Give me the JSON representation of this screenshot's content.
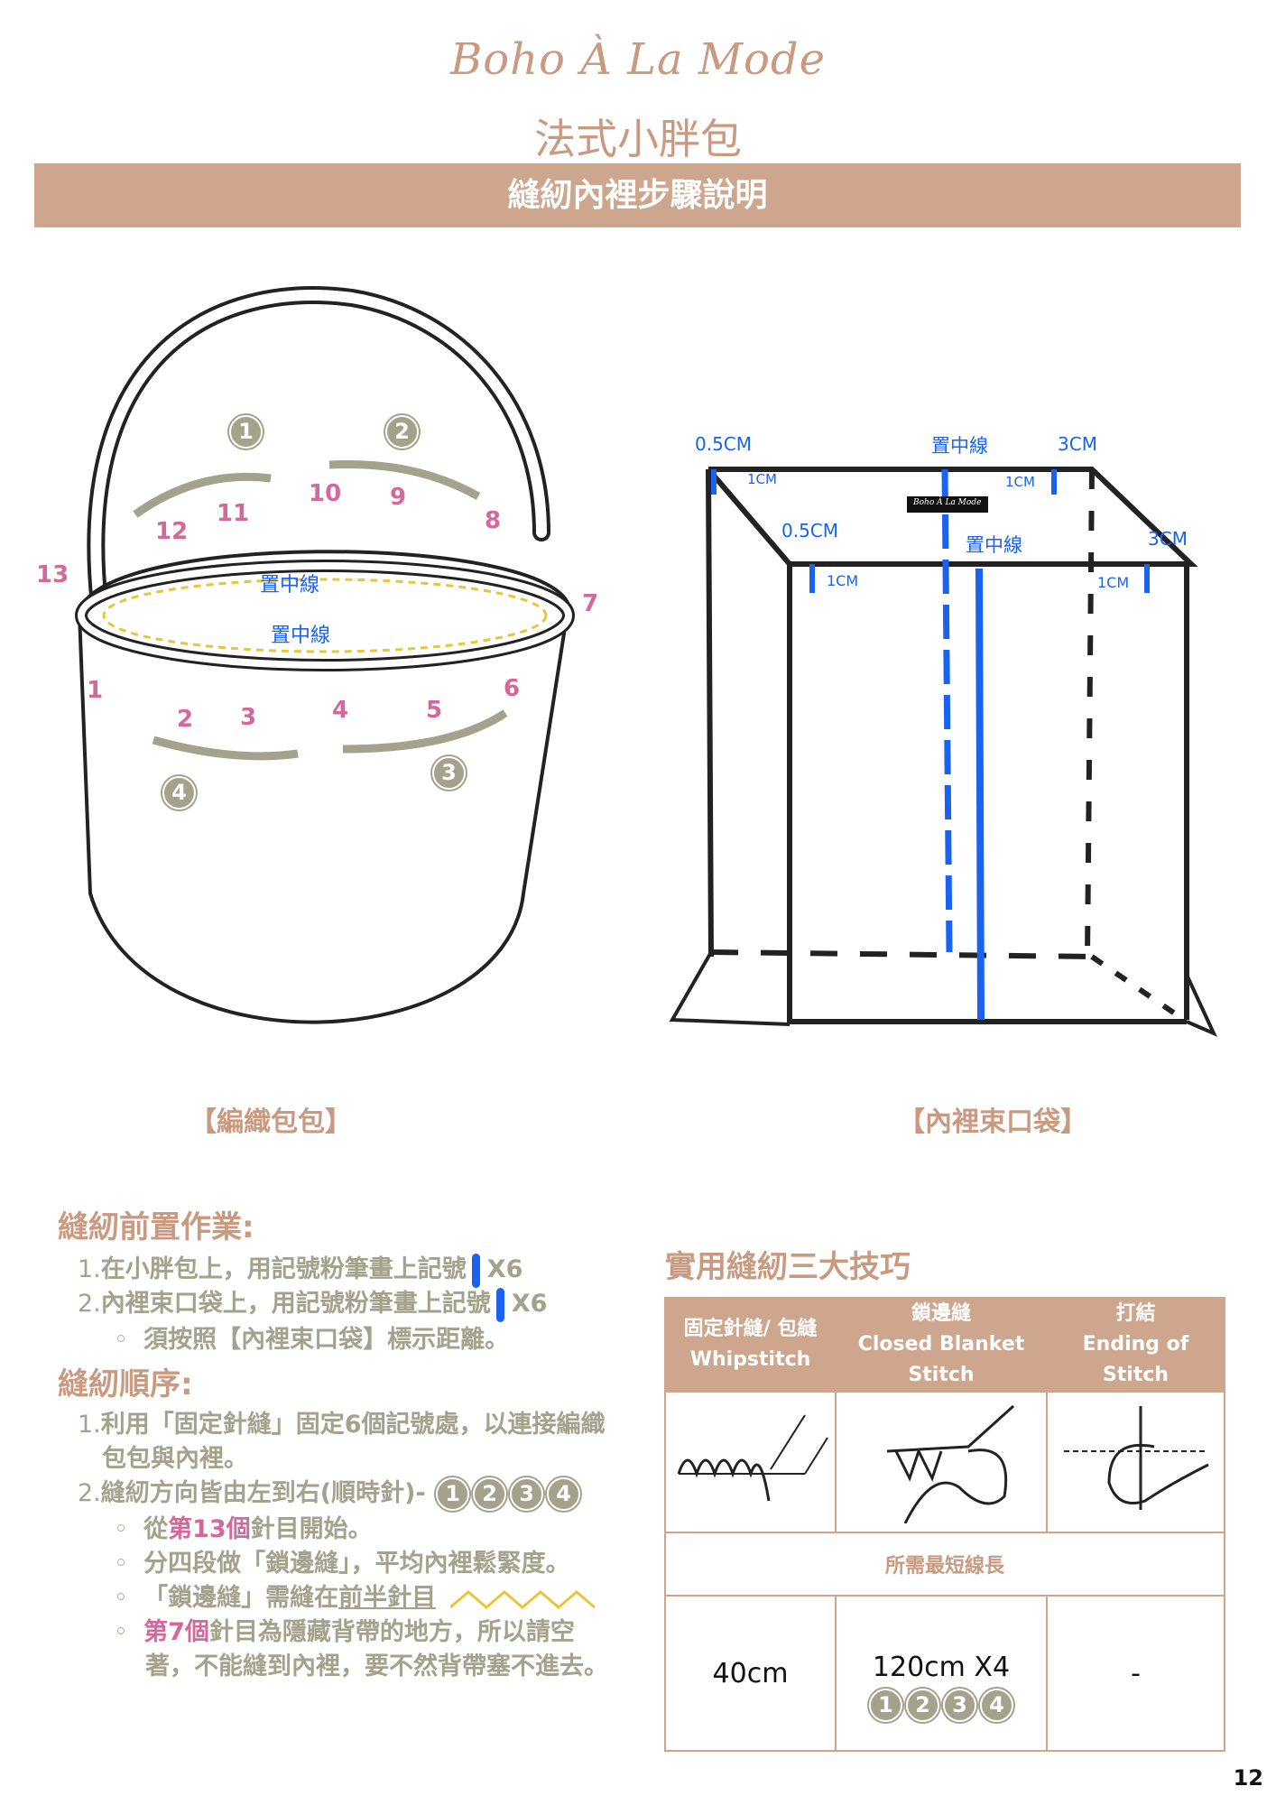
{
  "header": {
    "logo": "Boho À La Mode",
    "subtitle": "法式小胖包",
    "banner": "縫紉內裡步驟說明"
  },
  "bag_diagram": {
    "caption": "【編織包包】",
    "step_badges": [
      "1",
      "2",
      "3",
      "4"
    ],
    "stitch_numbers": [
      "1",
      "2",
      "3",
      "4",
      "5",
      "6",
      "7",
      "8",
      "9",
      "10",
      "11",
      "12",
      "13"
    ],
    "center_labels": [
      "置中線",
      "置中線"
    ]
  },
  "pouch_diagram": {
    "caption": "【內裡束口袋】",
    "labels": {
      "a": "0.5CM",
      "b": "置中線",
      "c": "3CM",
      "d": "1CM",
      "e": "1CM",
      "f": "0.5CM",
      "g": "置中線",
      "h": "3CM",
      "i": "1CM",
      "j": "1CM"
    },
    "tag": "Boho À La Mode"
  },
  "prep": {
    "title": "縫紉前置作業:",
    "items": [
      {
        "num": "1.",
        "text": "在小胖包上，用記號粉筆畫上記號",
        "suffix": "X6"
      },
      {
        "num": "2.",
        "text": "內裡束口袋上，用記號粉筆畫上記號",
        "suffix": "X6"
      }
    ],
    "sub": "須按照【內裡束口袋】標示距離。"
  },
  "order": {
    "title": "縫紉順序:",
    "item1_num": "1.",
    "item1_line1": "利用「固定針縫」固定6個記號處，以連接編織",
    "item1_line2": "包包與內裡。",
    "item2_num": "2.",
    "item2_text": "縫紉方向皆由左到右(順時針)-",
    "badges": [
      "1",
      "2",
      "3",
      "4"
    ],
    "b1_pre": "從",
    "b1_pink": "第13個",
    "b1_post": "針目開始。",
    "b2": "分四段做「鎖邊縫」，平均內裡鬆緊度。",
    "b3_pre": "「鎖邊縫」需縫在",
    "b3_u": "前半針目",
    "b4_pink": "第7個",
    "b4_line1": "針目為隱藏背帶的地方，所以請空",
    "b4_line2": "著，不能縫到內裡，要不然背帶塞不進去。"
  },
  "tips": {
    "title": "實用縫紉三大技巧",
    "columns": [
      {
        "zh": "固定針縫/ 包縫",
        "en": "Whipstitch",
        "length": "40cm"
      },
      {
        "zh": "鎖邊縫",
        "en": "Closed Blanket Stitch",
        "length": "120cm X4"
      },
      {
        "zh": "打結",
        "en": "Ending of Stitch",
        "length": "-"
      }
    ],
    "length_label": "所需最短線長",
    "badges": [
      "1",
      "2",
      "3",
      "4"
    ]
  },
  "page_number": "12",
  "colors": {
    "accent": "#cda68d",
    "text": "#a3a28c",
    "pink": "#d5689a",
    "blue": "#1a62f0"
  }
}
